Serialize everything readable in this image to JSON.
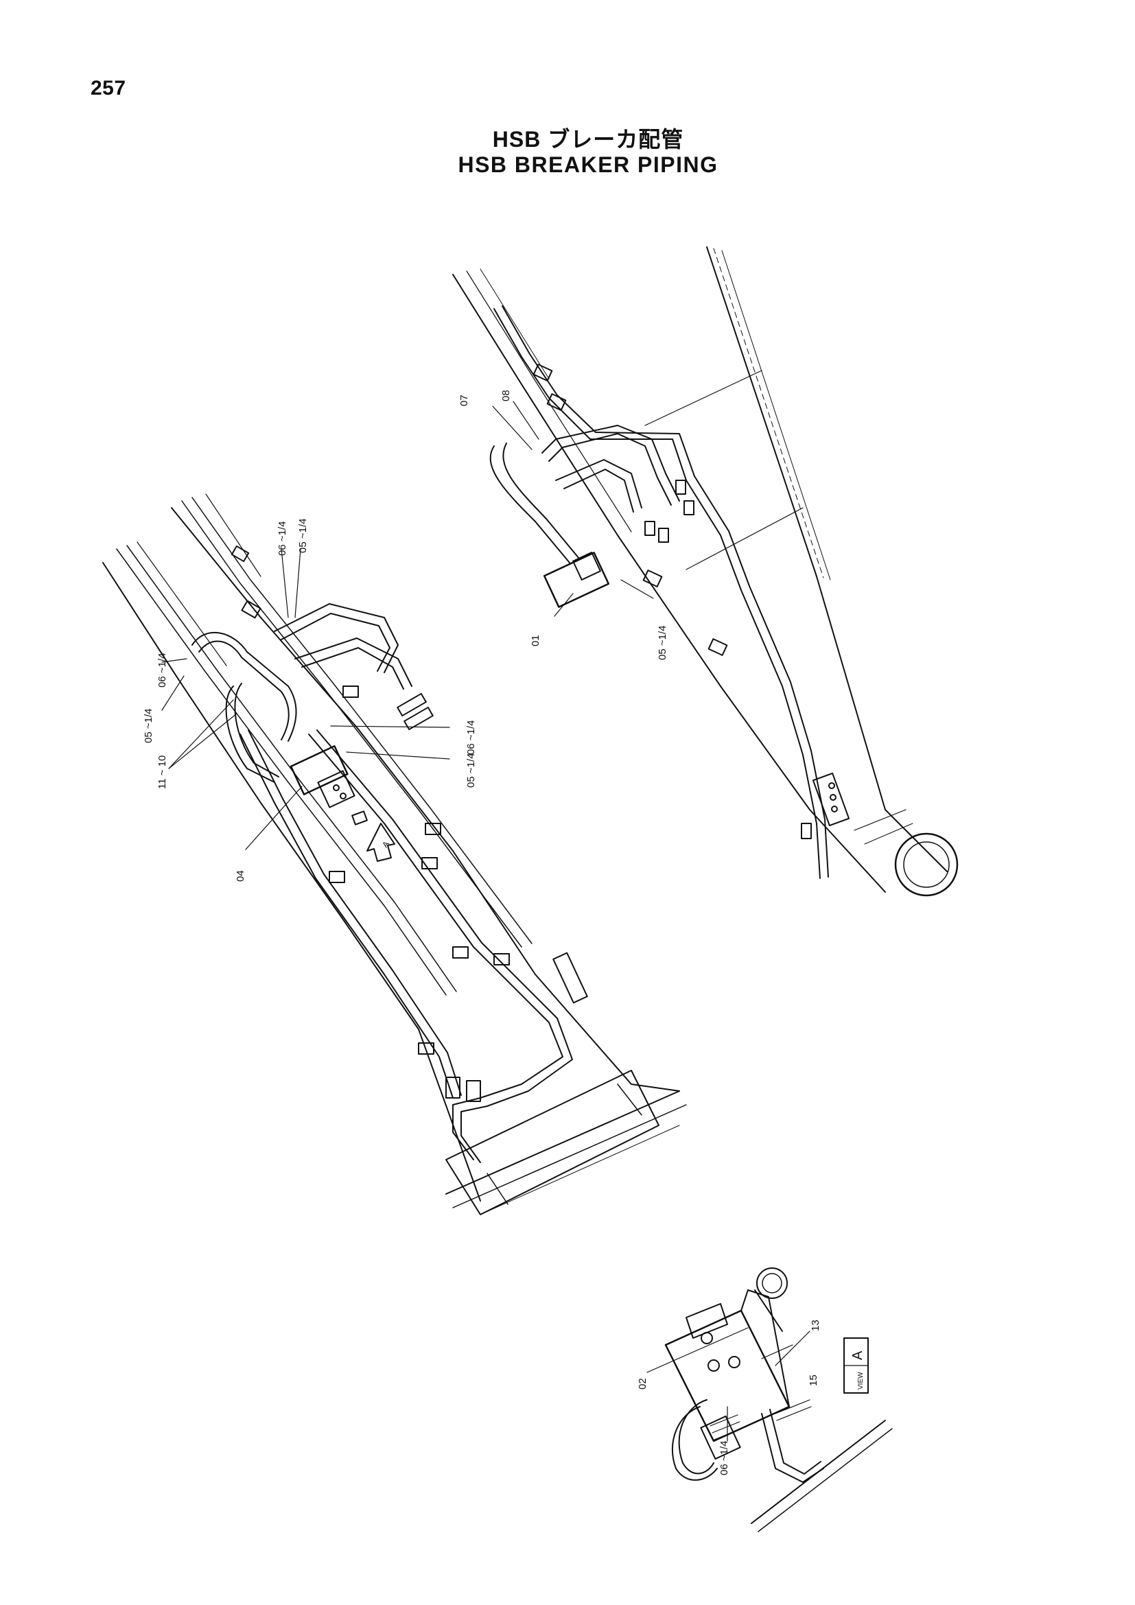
{
  "page_number": "257",
  "title_jp": "HSB ブレーカ配管",
  "title_en": "HSB BREAKER PIPING",
  "colors": {
    "ink": "#111111",
    "paper": "#ffffff"
  },
  "callouts": {
    "c07": "07",
    "c08": "08",
    "c01": "01",
    "c05_right": "05 ~1/4",
    "c06_top": "06 ~1/4",
    "c05_top": "05 ~1/4",
    "c06_left": "06 ~1/4",
    "c05_left": "05 ~1/4",
    "c11_10": "11 ~ 10",
    "c06_mid": "06 ~1/4",
    "c05_mid": "05 ~1/4",
    "c04": "04",
    "arrow_a": "A",
    "c02": "02",
    "c13": "13",
    "c15": "15",
    "c06_bottom": "06 ~1/4"
  },
  "view_label": {
    "small": "VIEW",
    "letter": "A"
  }
}
